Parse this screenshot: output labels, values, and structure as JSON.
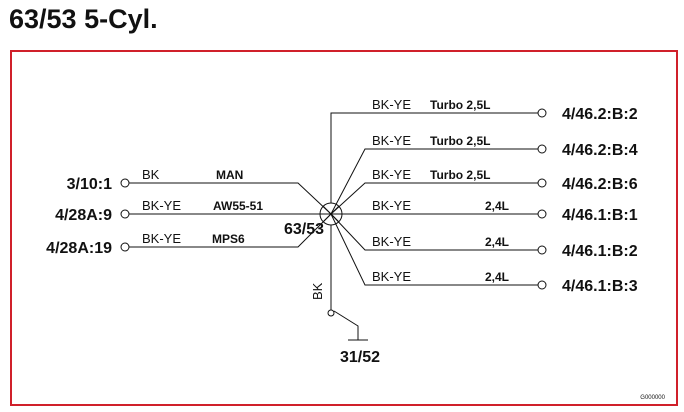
{
  "title": "63/53 5-Cyl.",
  "node": {
    "label": "63/53"
  },
  "ground": {
    "label": "31/52",
    "wire_color": "BK"
  },
  "left_wires": [
    {
      "terminal": "3/10:1",
      "color": "BK",
      "variant": "MAN"
    },
    {
      "terminal": "4/28A:9",
      "color": "BK-YE",
      "variant": "AW55-51"
    },
    {
      "terminal": "4/28A:19",
      "color": "BK-YE",
      "variant": "MPS6"
    }
  ],
  "right_wires": [
    {
      "terminal": "4/46.2:B:2",
      "color": "BK-YE",
      "variant": "Turbo 2,5L"
    },
    {
      "terminal": "4/46.2:B:4",
      "color": "BK-YE",
      "variant": "Turbo 2,5L"
    },
    {
      "terminal": "4/46.2:B:6",
      "color": "BK-YE",
      "variant": "Turbo 2,5L"
    },
    {
      "terminal": "4/46.1:B:1",
      "color": "BK-YE",
      "variant": "2,4L"
    },
    {
      "terminal": "4/46.1:B:2",
      "color": "BK-YE",
      "variant": "2,4L"
    },
    {
      "terminal": "4/46.1:B:3",
      "color": "BK-YE",
      "variant": "2,4L"
    }
  ],
  "drawing_code": "G000000",
  "colors": {
    "frame": "#d0202a",
    "ink": "#111111"
  }
}
